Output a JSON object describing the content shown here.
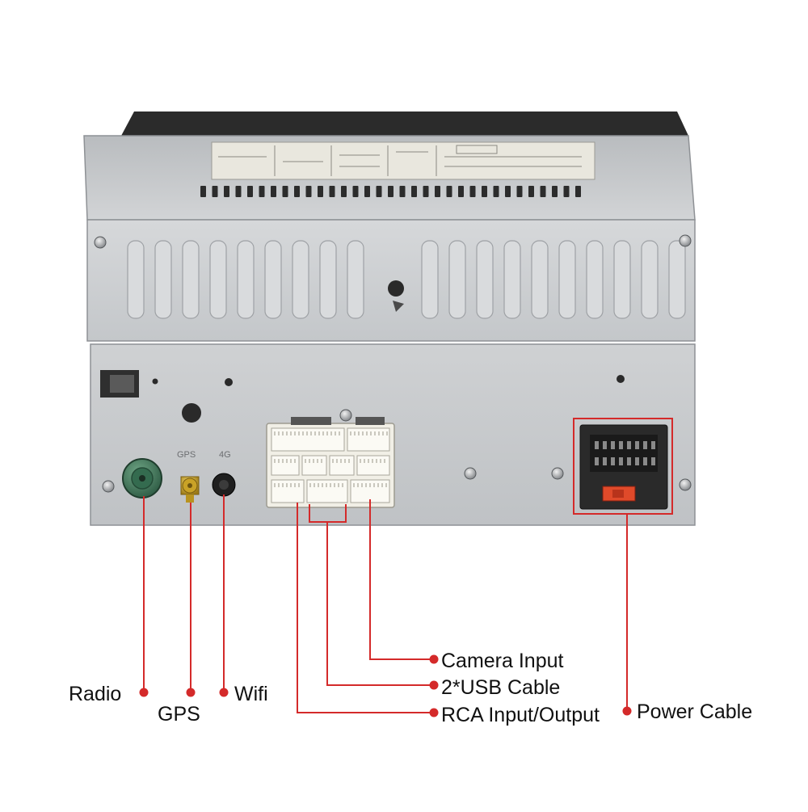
{
  "labels": {
    "radio": "Radio",
    "gps": "GPS",
    "wifi": "Wifi",
    "camera_input": "Camera Input",
    "usb_cable": "2*USB Cable",
    "rca": "RCA Input/Output",
    "power_cable": "Power Cable"
  },
  "port_markings": {
    "gps": "GPS",
    "wifi": "4G"
  },
  "colors": {
    "callout": "#d42a2a",
    "chassis": "#c9cccf",
    "connector": "#f1efe6",
    "radio_port": "#3f7d5d",
    "gps_port": "#c9a227"
  }
}
